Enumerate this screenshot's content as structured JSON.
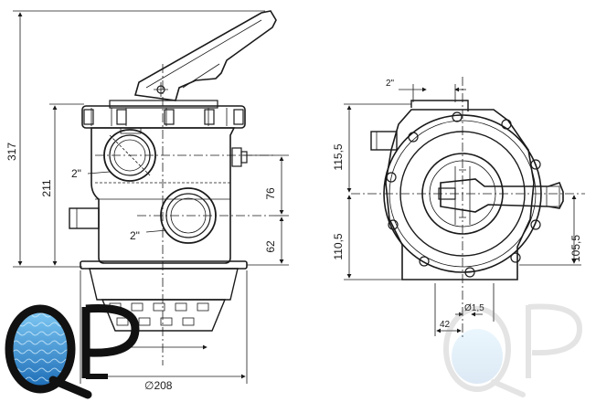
{
  "side_view": {
    "dim_total_height": "317",
    "dim_body_height": "211",
    "dim_upper_port": "2\"",
    "dim_lower_port": "2\"",
    "dim_upper_offset": "76",
    "dim_lower_offset": "62",
    "dim_base_diameter": "∅208"
  },
  "top_view": {
    "dim_port": "2\"",
    "dim_upper_half": "115,5",
    "dim_lower_half": "110,5",
    "dim_right_half": "105,5",
    "dim_hole": "Ø1,5",
    "dim_offset": "42"
  },
  "logo": {
    "letters": "QP",
    "color_outline": "#1a1a1a",
    "color_water": "#2a8fd6"
  }
}
